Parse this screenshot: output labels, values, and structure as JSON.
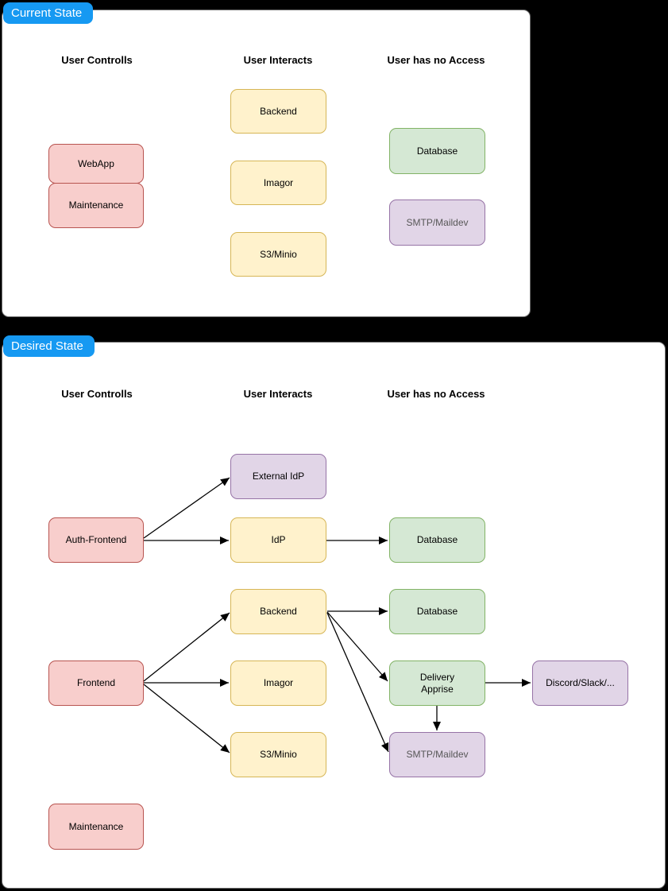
{
  "colors": {
    "background": "#000000",
    "panel_fill": "#ffffff",
    "panel_border": "#6e6e6e",
    "tab_blue": "#1699f2",
    "tab_text": "#ffffff",
    "red_fill": "#f8cecc",
    "red_stroke": "#b85450",
    "yellow_fill": "#fff2cc",
    "yellow_stroke": "#d6b656",
    "green_fill": "#d5e8d4",
    "green_stroke": "#82b366",
    "purple_fill": "#e1d5e7",
    "purple_stroke": "#9673a6",
    "muted_text": "#575757",
    "arrow": "#000000"
  },
  "current_state": {
    "label": "Current State",
    "headers": {
      "controls": "User Controlls",
      "interacts": "User Interacts",
      "no_access": "User has no Access"
    },
    "nodes": {
      "webapp": "WebApp",
      "maintenance": "Maintenance",
      "backend": "Backend",
      "imagor": "Imagor",
      "s3minio": "S3/Minio",
      "database": "Database",
      "smtp": "SMTP/Maildev"
    }
  },
  "desired_state": {
    "label": "Desired State",
    "headers": {
      "controls": "User Controlls",
      "interacts": "User Interacts",
      "no_access": "User has no Access"
    },
    "nodes": {
      "external_idp": "External IdP",
      "auth_frontend": "Auth-Frontend",
      "idp": "IdP",
      "database_idp": "Database",
      "backend": "Backend",
      "database_backend": "Database",
      "frontend": "Frontend",
      "imagor": "Imagor",
      "delivery": "Delivery\nApprise",
      "discord": "Discord/Slack/...",
      "s3minio": "S3/Minio",
      "smtp": "SMTP/Maildev",
      "maintenance": "Maintenance"
    }
  }
}
